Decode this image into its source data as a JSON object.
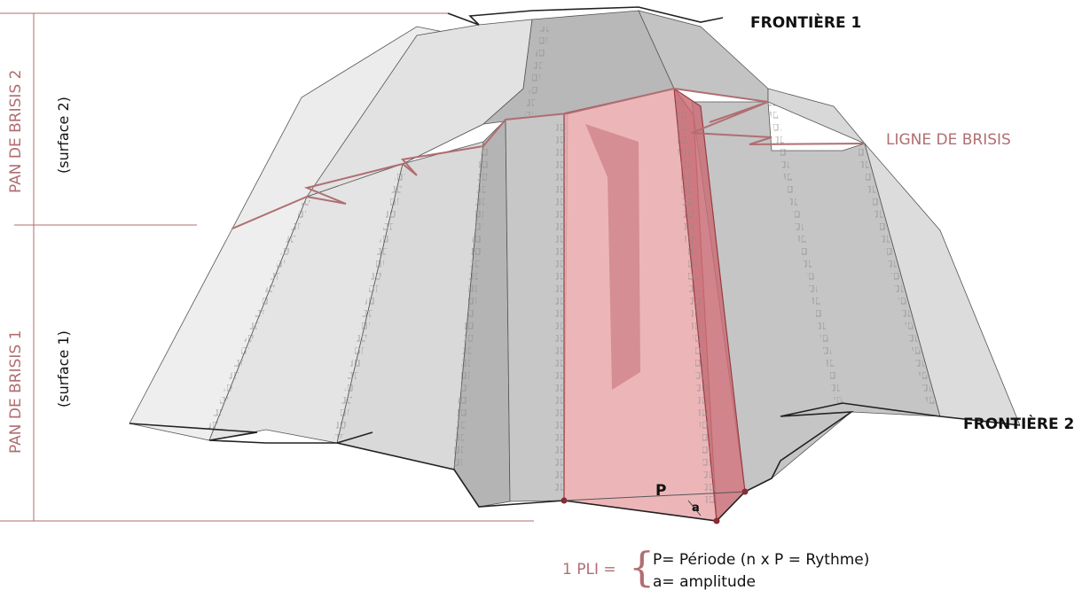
{
  "labels": {
    "frontiere_1": "FRONTIÈRE 1",
    "frontiere_2": "FRONTIÈRE 2",
    "ligne_de_brisis": "LIGNE DE BRISIS",
    "pan_de_brisis_2": "PAN DE BRISIS 2",
    "surface_2": "(surface 2)",
    "pan_de_brisis_1": "PAN DE BRISIS 1",
    "surface_1": "(surface 1)",
    "p": "P",
    "a": "a"
  },
  "legend": {
    "pli": "1 PLI =",
    "brace": "{",
    "periode": "P= Période (n x P = Rythme)",
    "amplitude": "a= amplitude"
  },
  "colors": {
    "accent_rose": "#b06e72",
    "highlight_fill": "#e7a8ac",
    "panel_light": "#e6e6e6",
    "panel_mid": "#cfcfcf",
    "panel_dark": "#a9a9a9",
    "outline": "#333333"
  }
}
